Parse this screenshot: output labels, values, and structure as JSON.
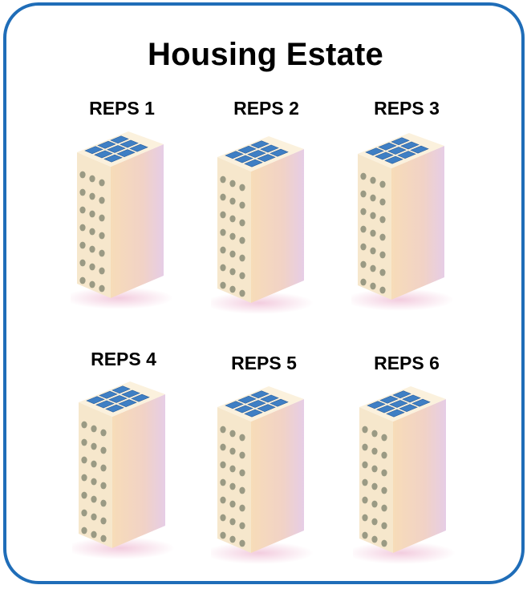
{
  "diagram": {
    "title": "Housing Estate",
    "buildings": [
      {
        "label": "REPS 1"
      },
      {
        "label": "REPS 2"
      },
      {
        "label": "REPS 3"
      },
      {
        "label": "REPS 4"
      },
      {
        "label": "REPS 5"
      },
      {
        "label": "REPS 6"
      }
    ]
  },
  "colors": {
    "frame_border": "#1f6db8",
    "solar_panel": "#3f7fc4",
    "building_front": "#f6e7cc",
    "building_side": "#f3d4b8",
    "window": "#9a9a84"
  },
  "icons": [
    "building-with-solar-panels-icon"
  ]
}
